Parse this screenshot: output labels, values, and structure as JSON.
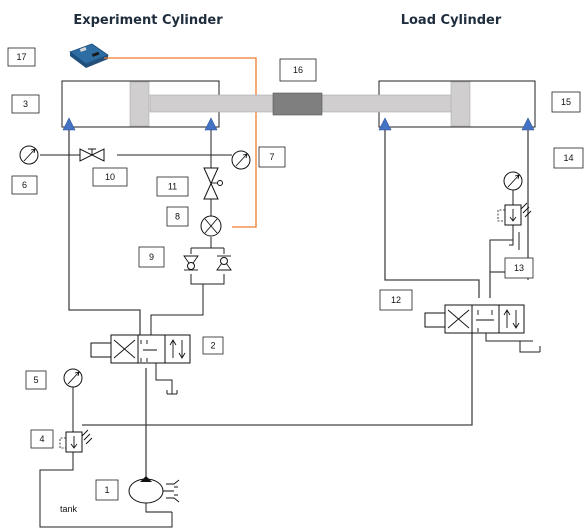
{
  "titles": {
    "experiment": "Experiment Cylinder",
    "load": "Load Cylinder"
  },
  "labels": {
    "n1": "1",
    "n2": "2",
    "n3": "3",
    "n4": "4",
    "n5": "5",
    "n6": "6",
    "n7": "7",
    "n8": "8",
    "n9": "9",
    "n10": "10",
    "n11": "11",
    "n12": "12",
    "n13": "13",
    "n14": "14",
    "n15": "15",
    "n16": "16",
    "n17": "17"
  },
  "tank_label": "tank",
  "colors": {
    "signal_line": "#ed7d31",
    "port_marker": "#4472c4",
    "piston": "#d0cece",
    "coupler": "#7f7f7f"
  },
  "icons": {
    "controller": "microcontroller-board-icon"
  }
}
